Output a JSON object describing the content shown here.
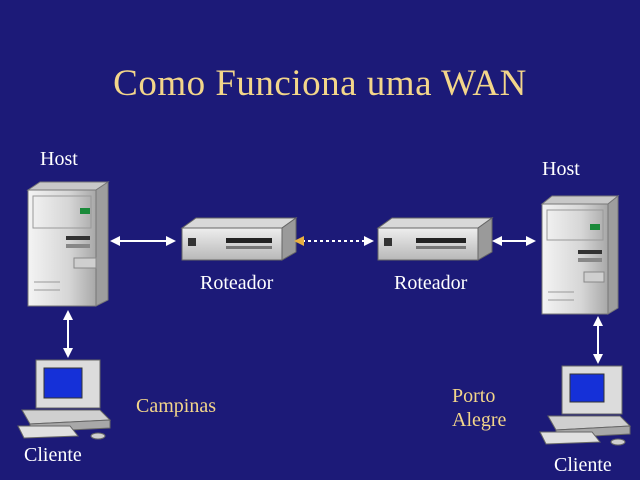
{
  "title": "Como Funciona uma WAN",
  "labels": {
    "host_left": "Host",
    "host_right": "Host",
    "router_left": "Roteador",
    "router_right": "Roteador",
    "client_left": "Cliente",
    "client_right": "Cliente"
  },
  "cities": {
    "left": "Campinas",
    "right_line1": "Porto",
    "right_line2": "Alegre"
  },
  "colors": {
    "background": "#1c1a78",
    "title": "#f3d68a",
    "labels": "#ffffff",
    "cities": "#f3d68a"
  }
}
